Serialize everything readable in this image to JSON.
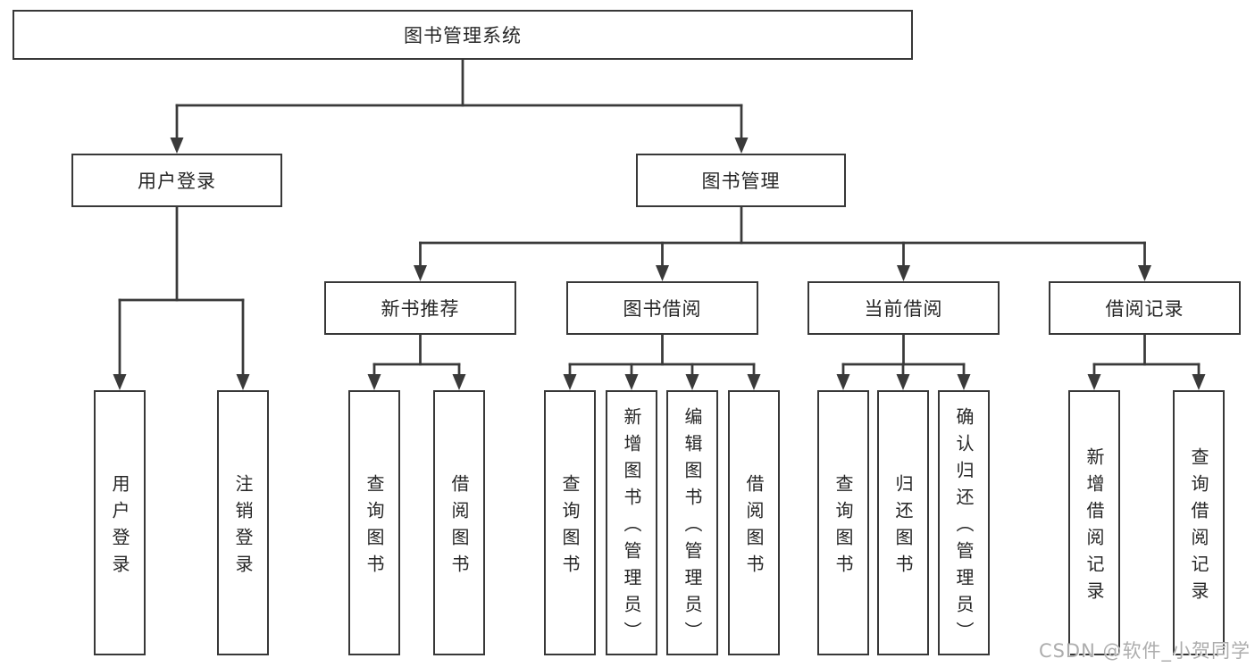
{
  "diagram_type": "tree",
  "title": "图书管理系统",
  "watermark": "CSDN @软件_小贺同学",
  "colors": {
    "line": "#3a3a3a",
    "box_border": "#383838",
    "text": "#262626",
    "watermark": "#adadad",
    "background": "#ffffff"
  },
  "tree": {
    "label": "图书管理系统",
    "children": [
      {
        "label": "用户登录",
        "children": [
          {
            "label": "用户登录"
          },
          {
            "label": "注销登录"
          }
        ]
      },
      {
        "label": "图书管理",
        "children": [
          {
            "label": "新书推荐",
            "children": [
              {
                "label": "查询图书"
              },
              {
                "label": "借阅图书"
              }
            ]
          },
          {
            "label": "图书借阅",
            "children": [
              {
                "label": "查询图书"
              },
              {
                "label": "新增图书（管理员）"
              },
              {
                "label": "编辑图书（管理员）"
              },
              {
                "label": "借阅图书"
              }
            ]
          },
          {
            "label": "当前借阅",
            "children": [
              {
                "label": "查询图书"
              },
              {
                "label": "归还图书"
              },
              {
                "label": "确认归还（管理员）"
              }
            ]
          },
          {
            "label": "借阅记录",
            "children": [
              {
                "label": "新增借阅记录"
              },
              {
                "label": "查询借阅记录"
              }
            ]
          }
        ]
      }
    ]
  }
}
